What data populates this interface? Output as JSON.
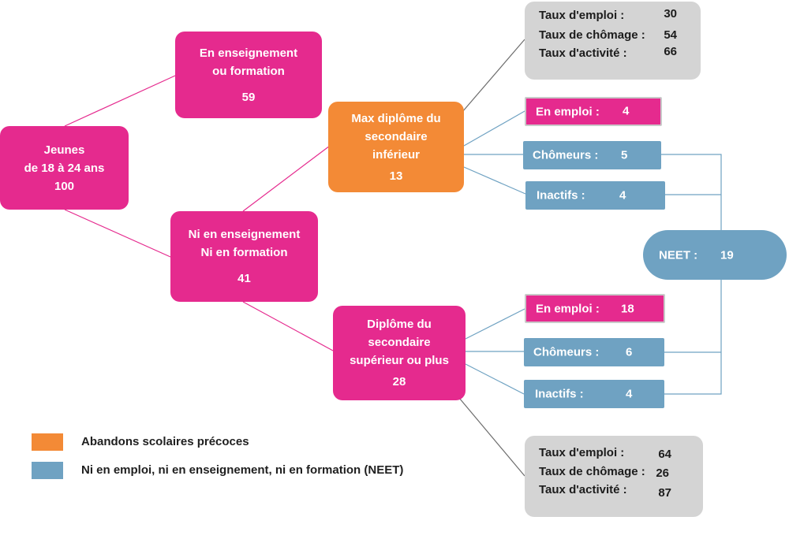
{
  "nodes": {
    "root": {
      "line1": "Jeunes",
      "line2": "de 18 à 24 ans",
      "value": "100"
    },
    "education": {
      "line1": "En enseignement",
      "line2": "ou formation",
      "value": "59"
    },
    "neither": {
      "line1": "Ni en enseignement",
      "line2": "Ni en formation",
      "value": "41"
    },
    "lower_secondary": {
      "line1": "Max diplôme du",
      "line2": "secondaire",
      "line3": "inférieur",
      "value": "13"
    },
    "upper_secondary": {
      "line1": "Diplôme du",
      "line2": "secondaire",
      "line3": "supérieur ou plus",
      "value": "28"
    },
    "neet": {
      "label": "NEET :",
      "value": "19"
    }
  },
  "lower_branch": {
    "stats": [
      {
        "label": "Taux d'emploi :",
        "value": "30"
      },
      {
        "label": "Taux de chômage :",
        "value": "54"
      },
      {
        "label": "Taux d'activité :",
        "value": "66"
      }
    ],
    "employed": {
      "label": "En emploi :",
      "value": "4"
    },
    "unemployed": {
      "label": "Chômeurs :",
      "value": "5"
    },
    "inactive": {
      "label": "Inactifs :",
      "value": "4"
    }
  },
  "upper_branch": {
    "employed": {
      "label": "En emploi :",
      "value": "18"
    },
    "unemployed": {
      "label": "Chômeurs :",
      "value": "6"
    },
    "inactive": {
      "label": "Inactifs :",
      "value": "4"
    },
    "stats": [
      {
        "label": "Taux d'emploi :",
        "value": "64"
      },
      {
        "label": "Taux de chômage :",
        "value": "26"
      },
      {
        "label": "Taux d'activité :",
        "value": "87"
      }
    ]
  },
  "legend": [
    {
      "label": "Abandons scolaires précoces",
      "color": "#F38A36"
    },
    {
      "label": "Ni en emploi, ni en enseignement, ni en formation (NEET)",
      "color": "#6FA2C2"
    }
  ],
  "colors": {
    "pink": "#E52A8E",
    "orange": "#F38A36",
    "blue": "#6FA2C2",
    "grey": "#D4D4D4"
  }
}
